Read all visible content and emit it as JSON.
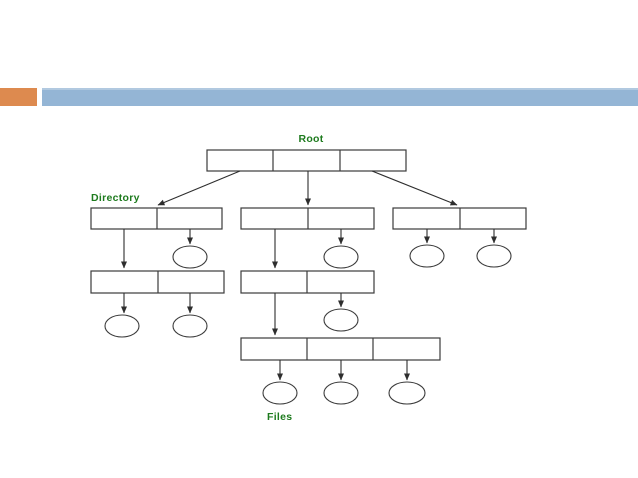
{
  "colors": {
    "background": "#FFFFFF",
    "accent_orange": "#DD8A4F",
    "accent_blue": "#94B5D5",
    "label_green": "#1E7B1E",
    "stroke": "#3B3B3B",
    "fill": "#FFFFFF",
    "arrow_color": "#2E2E2E"
  },
  "labels": {
    "root": "Root",
    "directory": "Directory",
    "files": "Files"
  },
  "diagram": {
    "type": "tree",
    "kind": "two-level directory structure",
    "root_block": {
      "cells": 3,
      "points_to": [
        "directory-left",
        "directory-middle",
        "directory-right"
      ]
    },
    "directory_blocks": [
      {
        "id": "directory-left",
        "cells": 2,
        "points_to": [
          "subdirectory-left",
          "file"
        ]
      },
      {
        "id": "directory-middle",
        "cells": 2,
        "points_to": [
          "subdirectory-middle",
          "file"
        ]
      },
      {
        "id": "directory-right",
        "cells": 2,
        "points_to": [
          "file",
          "file"
        ]
      },
      {
        "id": "subdirectory-left",
        "cells": 2,
        "points_to": [
          "file",
          "file"
        ]
      },
      {
        "id": "subdirectory-middle",
        "cells": 2,
        "points_to": [
          "subdirectory-bottom",
          "file"
        ]
      },
      {
        "id": "subdirectory-bottom",
        "cells": 3,
        "points_to": [
          "file",
          "file",
          "file"
        ]
      }
    ],
    "file_count": 10
  }
}
